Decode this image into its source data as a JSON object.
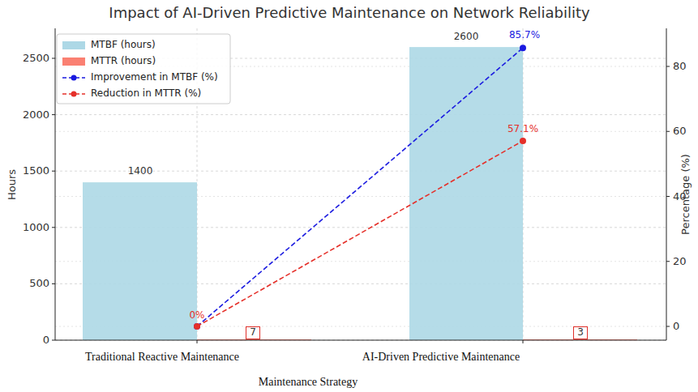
{
  "diagram": {
    "title": "Impact of AI-Driven Predictive Maintenance on Network Reliability",
    "nodes": [
      {
        "text": [
          "7"
        ]
      },
      {
        "text": [
          "3"
        ]
      }
    ],
    "labels": [
      "1400",
      "2600",
      "85.7%",
      "57.1%",
      "0%",
      "0",
      "500",
      "1000",
      "1500",
      "2000",
      "2500",
      "0",
      "20",
      "40",
      "60",
      "80",
      "Hours",
      "Percentage (%)",
      "Traditional Reactive Maintenance",
      "AI-Driven Predictive Maintenance",
      "Maintenance Strategy"
    ],
    "legend": [
      {
        "text": "MTBF (hours)",
        "color": "#add8e6"
      },
      {
        "text": "MTTR (hours)",
        "color": "#fa8072"
      },
      {
        "text": "Improvement in MTBF (%)"
      },
      {
        "text": "Reduction in MTTR (%)"
      }
    ]
  }
}
